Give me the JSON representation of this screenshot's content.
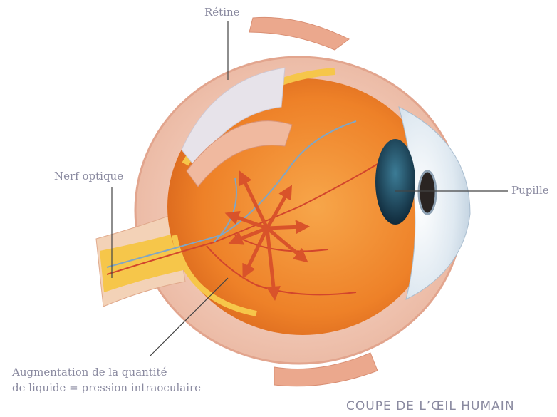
{
  "labels": {
    "retina": "Rétine",
    "optic_nerve": "Nerf optique",
    "pupil": "Pupille",
    "fluid_line1": "Augmentation de la quantité",
    "fluid_line2": "de liquide = pression intraoculaire"
  },
  "caption": "COUPE DE L’ŒIL HUMAIN",
  "colors": {
    "label_text": "#8a8aa0",
    "sclera": "#f6d3c2",
    "retina_interior": "#f08a2a",
    "optic_nerve_yellow": "#f6c64a",
    "blood_vessel": "#d2452c",
    "iris": "#1d4b63",
    "pressure_arrows": "#d9532a"
  }
}
